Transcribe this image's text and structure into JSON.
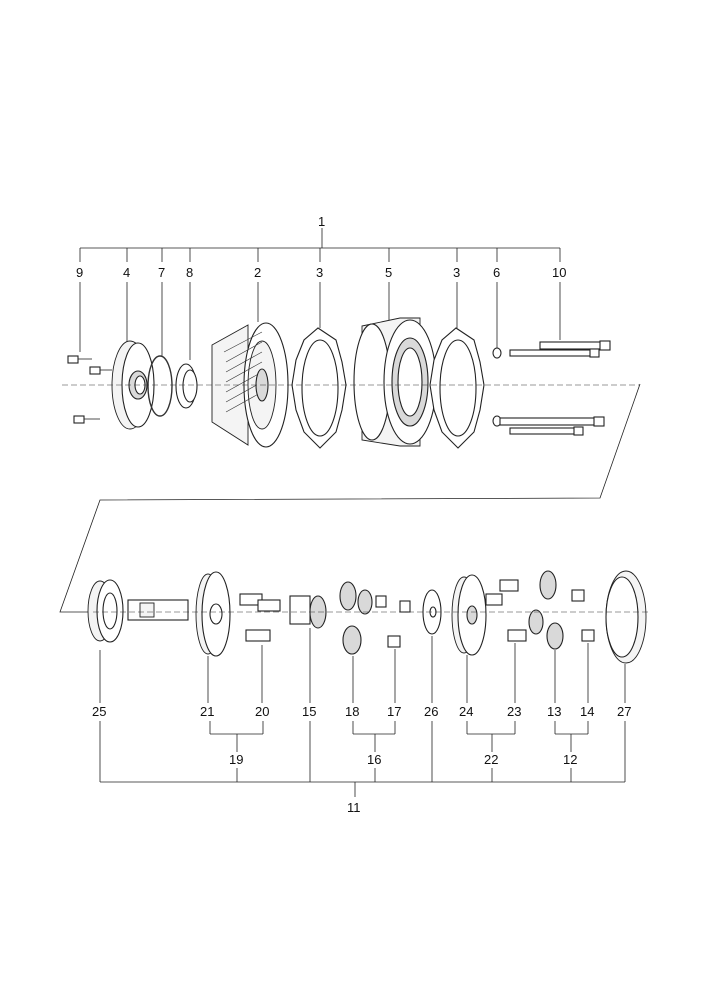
{
  "labels": {
    "n1": "1",
    "n2": "2",
    "n3a": "3",
    "n3b": "3",
    "n4": "4",
    "n5": "5",
    "n6": "6",
    "n7": "7",
    "n8": "8",
    "n9": "9",
    "n10": "10",
    "n11": "11",
    "n12": "12",
    "n13": "13",
    "n14": "14",
    "n15": "15",
    "n16": "16",
    "n17": "17",
    "n18": "18",
    "n19": "19",
    "n20": "20",
    "n21": "21",
    "n22": "22",
    "n23": "23",
    "n24": "24",
    "n25": "25",
    "n26": "26",
    "n27": "27"
  }
}
